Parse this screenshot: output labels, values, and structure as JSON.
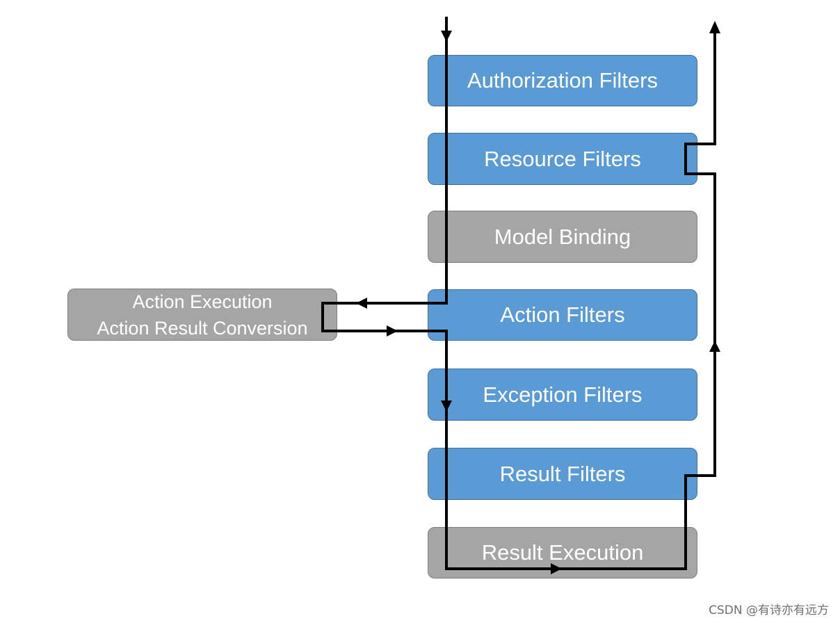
{
  "boxes": {
    "authorization": "Authorization Filters",
    "resource": "Resource Filters",
    "model_binding": "Model Binding",
    "action": "Action Filters",
    "exception": "Exception Filters",
    "result": "Result Filters",
    "result_execution": "Result Execution",
    "side_line1": "Action Execution",
    "side_line2": "Action Result Conversion"
  },
  "colors": {
    "filter_box": "#5b9bd5",
    "stage_box": "#a5a5a5",
    "flow_line": "#000000"
  },
  "watermark": "CSDN @有诗亦有远方"
}
